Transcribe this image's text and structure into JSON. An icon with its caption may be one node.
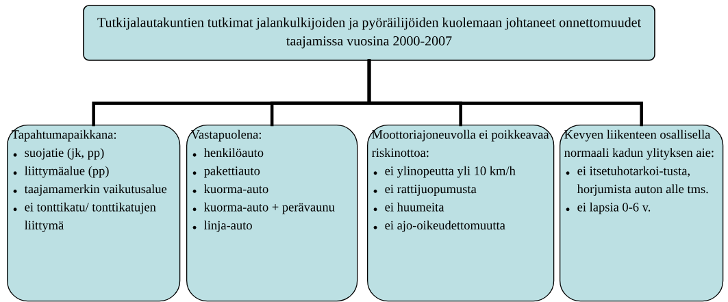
{
  "diagram": {
    "nodes": [
      {
        "text": [
          "Tutkijalautakuntien tutkimat jalankulkijoiden ja pyöräilijöiden kuolemaan johtaneet onnettomuudet taajamissa vuosina 2000-2007"
        ]
      },
      {
        "text": [
          "Tapahtumapaikkana:",
          "suojatie (jk, pp)",
          "liittymäalue (pp)",
          "taajamamerkin vaikutusalue",
          "ei tonttikatu/ tonttikatujen liittymä"
        ]
      },
      {
        "text": [
          "Vastapuolena:",
          "henkilöauto",
          "pakettiauto",
          "kuorma-auto",
          "kuorma-auto + perävaunu",
          "linja-auto"
        ]
      },
      {
        "text": [
          "Moottoriajoneuvolla ei poikkeavaa riskinottoa:",
          "ei ylinopeutta yli 10 km/h",
          "ei rattijuopumusta",
          "ei huumeita",
          "ei ajo-oikeudettomuutta"
        ]
      },
      {
        "text": [
          "Kevyen liikenteen osallisella normaali kadun ylityksen aie:",
          "ei itsetuhotarkoi-tusta, horjumista auton alle tms.",
          "ei lapsia 0-6 v."
        ]
      }
    ],
    "edges": [
      {
        "from": 0,
        "to": 1,
        "arrow": "none"
      },
      {
        "from": 0,
        "to": 2,
        "arrow": "none"
      },
      {
        "from": 0,
        "to": 3,
        "arrow": "none"
      },
      {
        "from": 0,
        "to": 4,
        "arrow": "none"
      }
    ]
  }
}
